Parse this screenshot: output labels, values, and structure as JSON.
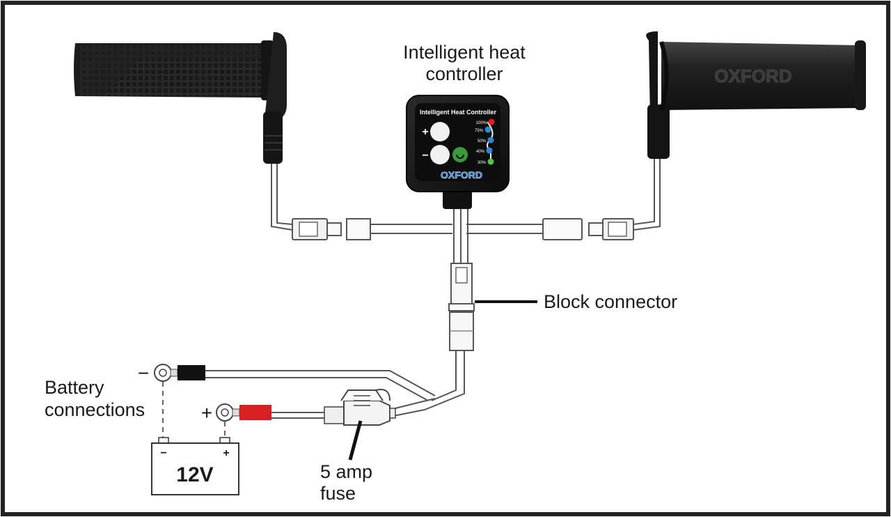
{
  "labels": {
    "controller_line1": "Intelligent heat",
    "controller_line2": "controller",
    "block_connector": "Block connector",
    "battery_line1": "Battery",
    "battery_line2": "connections",
    "fuse_line1": "5 amp",
    "fuse_line2": "fuse",
    "battery_voltage": "12V",
    "minus_sign": "−",
    "plus_sign": "+",
    "battery_minus": "−",
    "battery_plus": "+"
  },
  "controller": {
    "title": "Intelligent Heat Controller",
    "plus_button": "+",
    "minus_button": "−",
    "brand": "OXFORD",
    "levels": [
      {
        "label": "100%",
        "color": "#e02020"
      },
      {
        "label": "75%",
        "color": "#2a8ad8"
      },
      {
        "label": "50%",
        "color": "#2a8ad8"
      },
      {
        "label": "40%",
        "color": "#2a8ad8"
      },
      {
        "label": "30%",
        "color": "#58c040"
      }
    ]
  },
  "right_grip_brand": "OXFORD",
  "colors": {
    "frame": "#222222",
    "grip": "#262626",
    "controller_body": "#151515",
    "power_button": "#3a9a3a",
    "positive_lead": "#d82020",
    "negative_lead": "#111111",
    "wire": "#555555"
  }
}
